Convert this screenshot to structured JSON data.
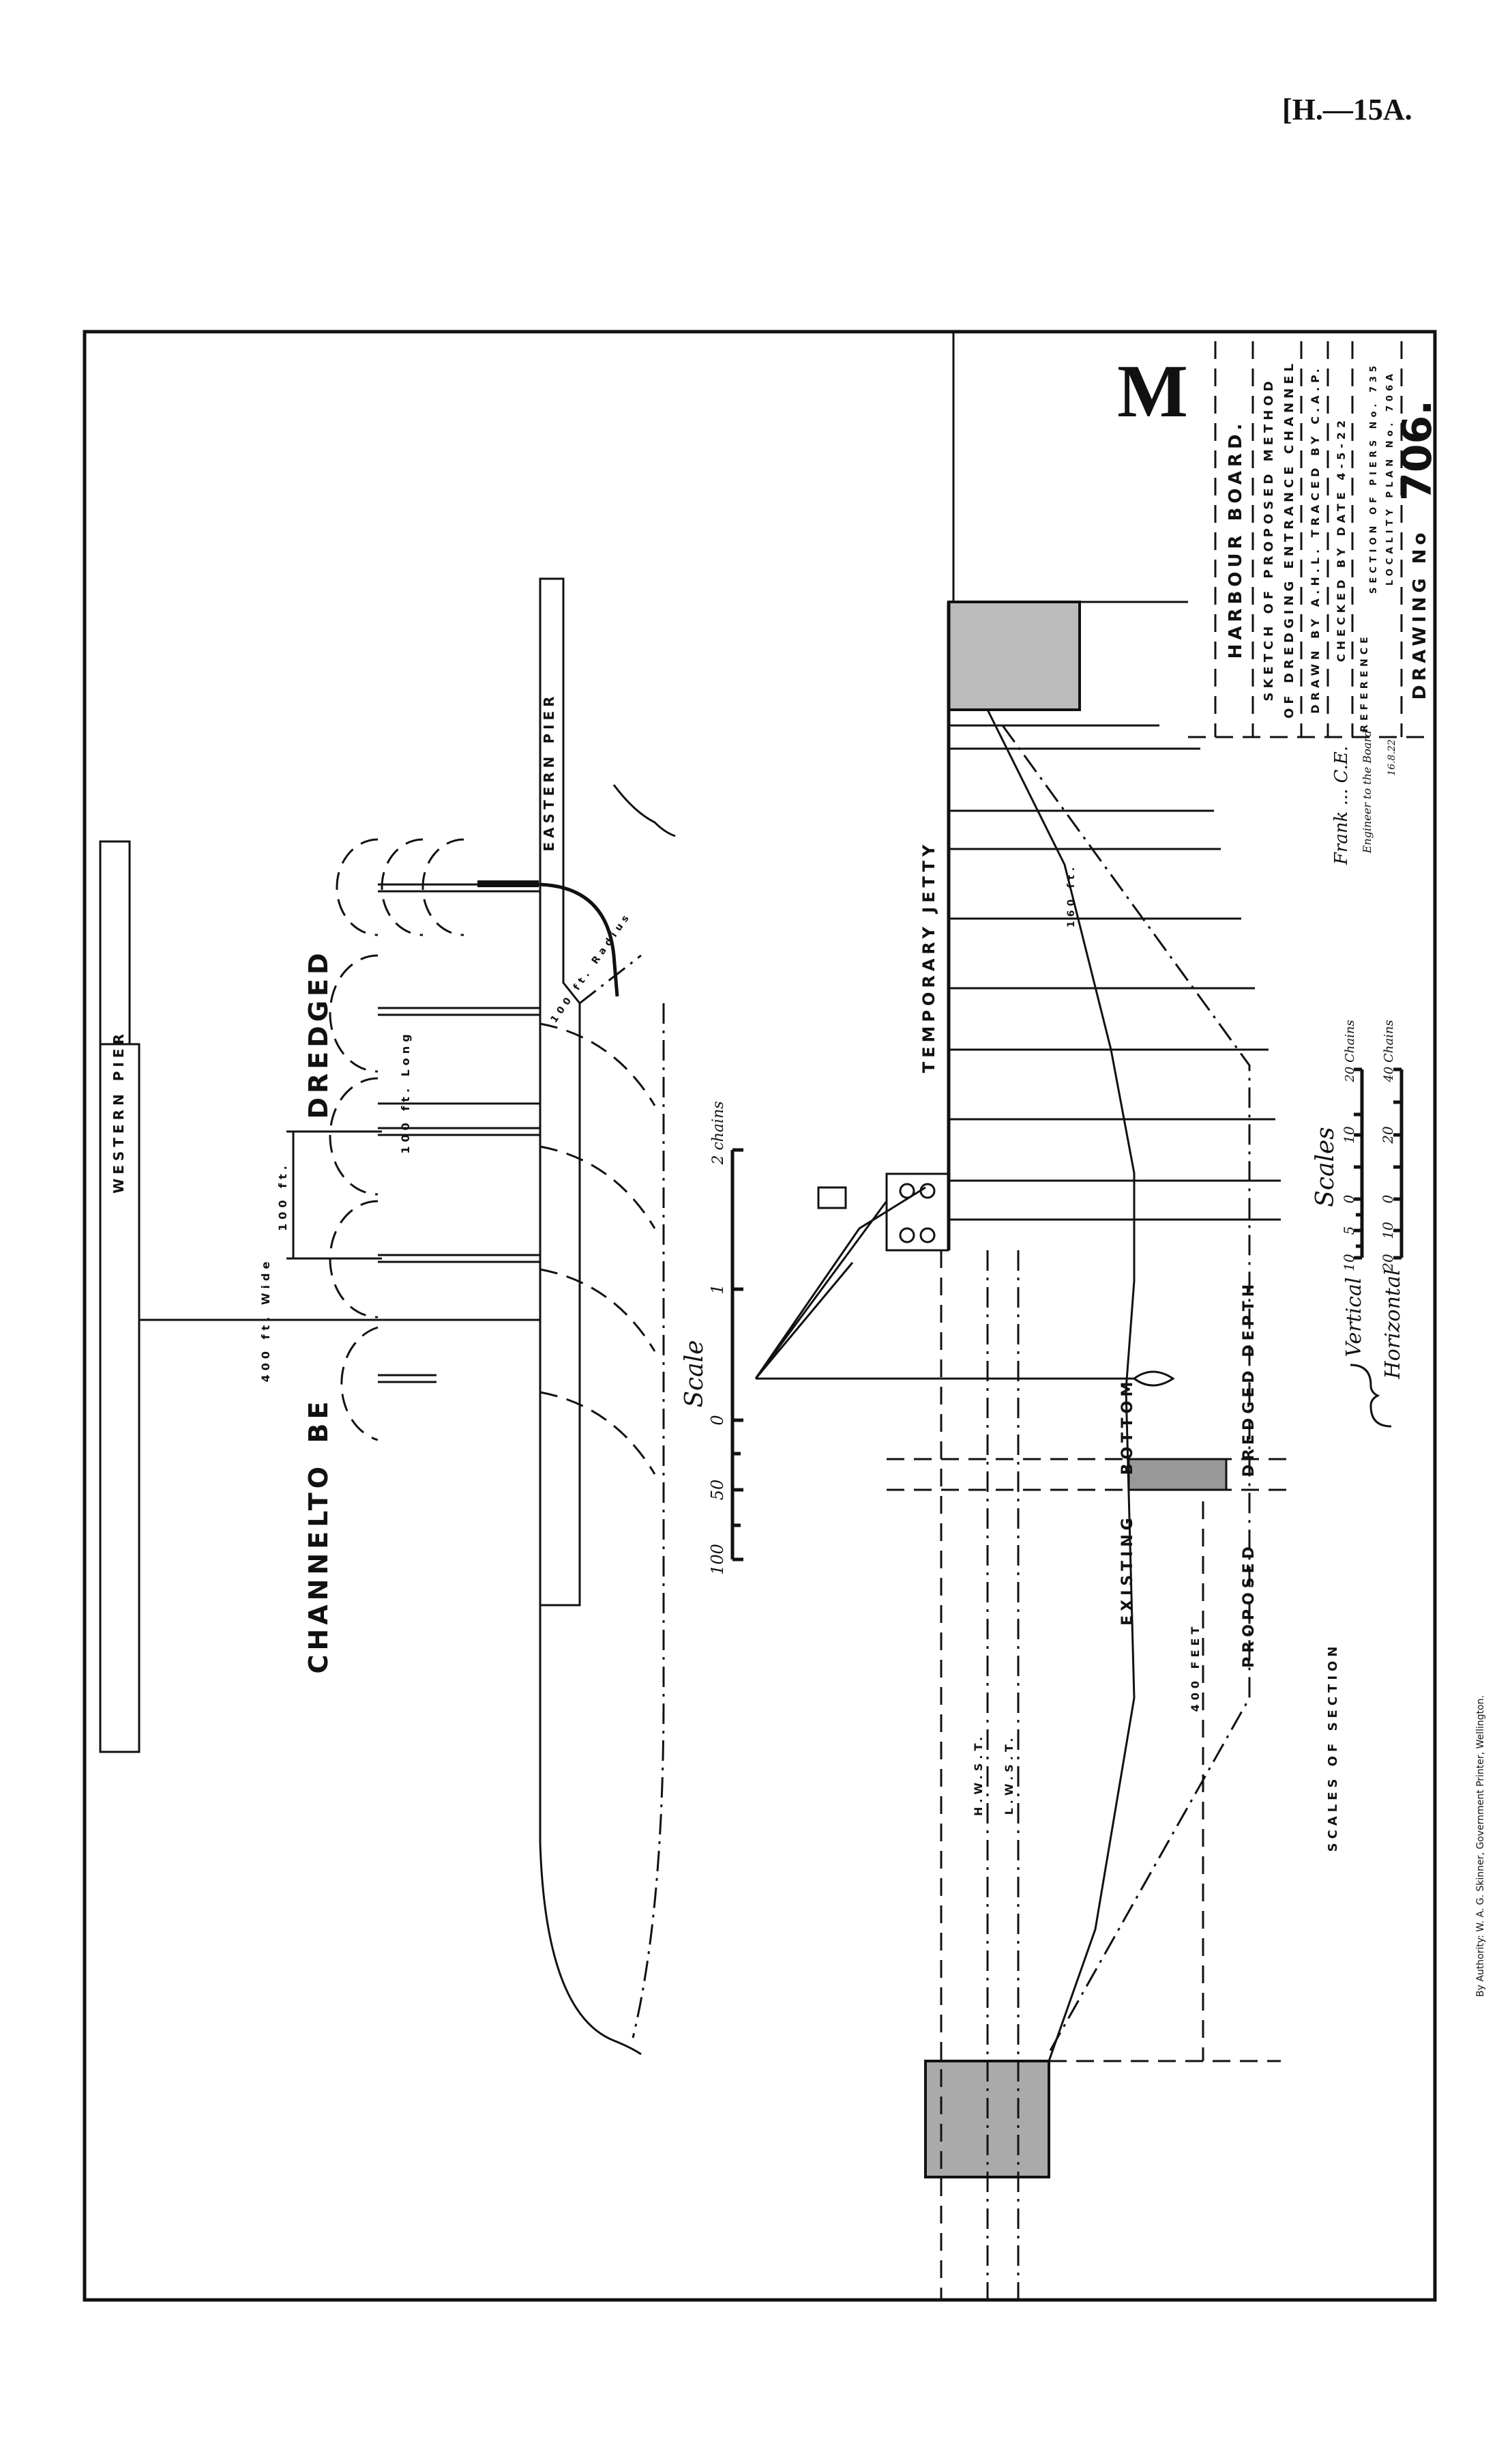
{
  "page_ref": "[H.—15A.",
  "plan": {
    "western_pier": "WESTERN PIER",
    "eastern_pier": "EASTERN PIER",
    "channel_words": [
      "CHANNEL",
      "TO",
      "BE",
      "DREDGED"
    ],
    "width_dim": "400 ft. Wide",
    "spacing_dim": "100 ft.",
    "cut_length": "100 ft. Long",
    "radius_note": "100 ft. Radius",
    "scale": {
      "title": "Scale",
      "ticks": [
        "100",
        "50",
        "0",
        "1",
        "2 chains"
      ]
    }
  },
  "section": {
    "jetty": "TEMPORARY JETTY",
    "jetty_dim": "160 ft.",
    "existing_bottom": [
      "EXISTING",
      "BOTTOM"
    ],
    "proposed_depth": [
      "PROPOSED",
      "DREDGED DEPTH"
    ],
    "width_dim": "400 FEET",
    "hwst": "H.W.S.T.",
    "lwst": "L.W.S.T."
  },
  "scales": {
    "title": "Scales",
    "caption": "SCALES OF SECTION",
    "vertical": {
      "label": "Vertical",
      "ticks": [
        "10",
        "5",
        "0",
        "10",
        "20 Chains"
      ]
    },
    "horizontal": {
      "label": "Horizontal",
      "ticks": [
        "20",
        "10",
        "0",
        "20",
        "40 Chains"
      ]
    }
  },
  "title_block": {
    "letter": "M",
    "board": "HARBOUR BOARD.",
    "title_1": "SKETCH OF PROPOSED METHOD",
    "title_2": "OF DREDGING ENTRANCE CHANNEL",
    "drawn": "DRAWN BY  A.H.L.    TRACED BY  C.A.P.",
    "checked": "CHECKED BY        DATE  4-5-22",
    "reference": "REFERENCE",
    "ref_1": "SECTION OF PIERS  No. 735",
    "ref_2": "LOCALITY PLAN  No. 706A",
    "drawing_no_label": "DRAWING No",
    "drawing_no": "706."
  },
  "signature": {
    "name": "Frank ... C.E.",
    "role": "Engineer to the Board",
    "date": "16.8.22"
  },
  "footer": "By Authority: W. A. G. Skinner, Government Printer, Wellington."
}
